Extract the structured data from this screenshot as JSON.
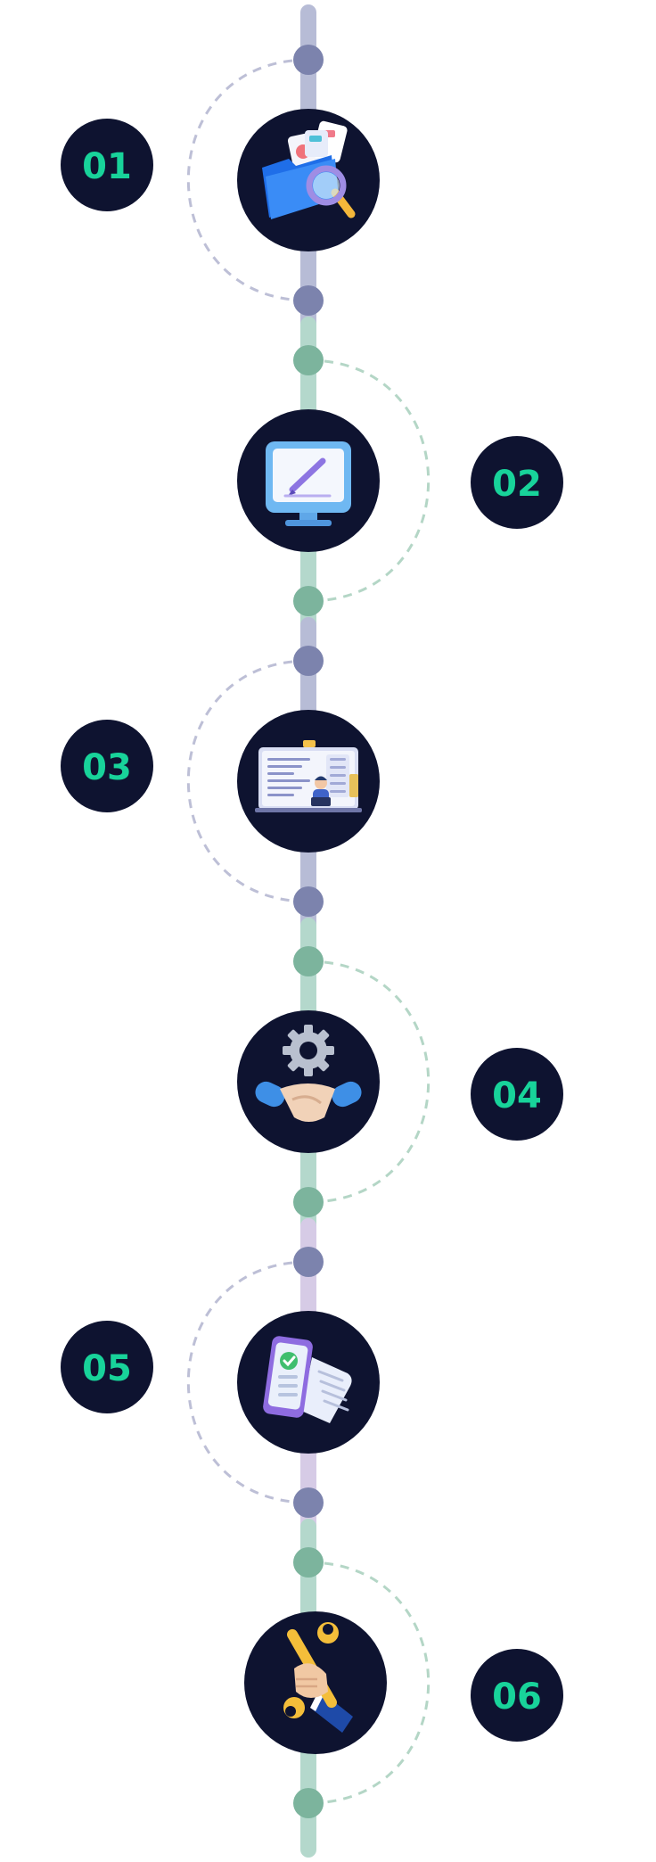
{
  "colors": {
    "background": "#ffffff",
    "circle_fill": "#0e1330",
    "number_text": "#18d39a",
    "line_blue": "#b7bcd6",
    "line_green": "#b4d8cc",
    "line_purple": "#d6cbe6",
    "dot_blue": "#7c83ad",
    "dot_green": "#7cb49d",
    "dash_blue": "#bdbfd6",
    "dash_green": "#b4d6c6"
  },
  "steps": [
    {
      "number": "01",
      "side": "left",
      "theme": "blue",
      "line": "blue",
      "icon": "folder-search-icon"
    },
    {
      "number": "02",
      "side": "right",
      "theme": "green",
      "line": "green",
      "icon": "monitor-pen-icon"
    },
    {
      "number": "03",
      "side": "left",
      "theme": "blue",
      "line": "blue",
      "icon": "developer-dashboard-icon"
    },
    {
      "number": "04",
      "side": "right",
      "theme": "green",
      "line": "green",
      "icon": "gear-handshake-icon"
    },
    {
      "number": "05",
      "side": "left",
      "theme": "blue",
      "line": "purple",
      "icon": "phone-document-check-icon"
    },
    {
      "number": "06",
      "side": "right",
      "theme": "green",
      "line": "green",
      "icon": "wrench-hand-icon"
    }
  ]
}
